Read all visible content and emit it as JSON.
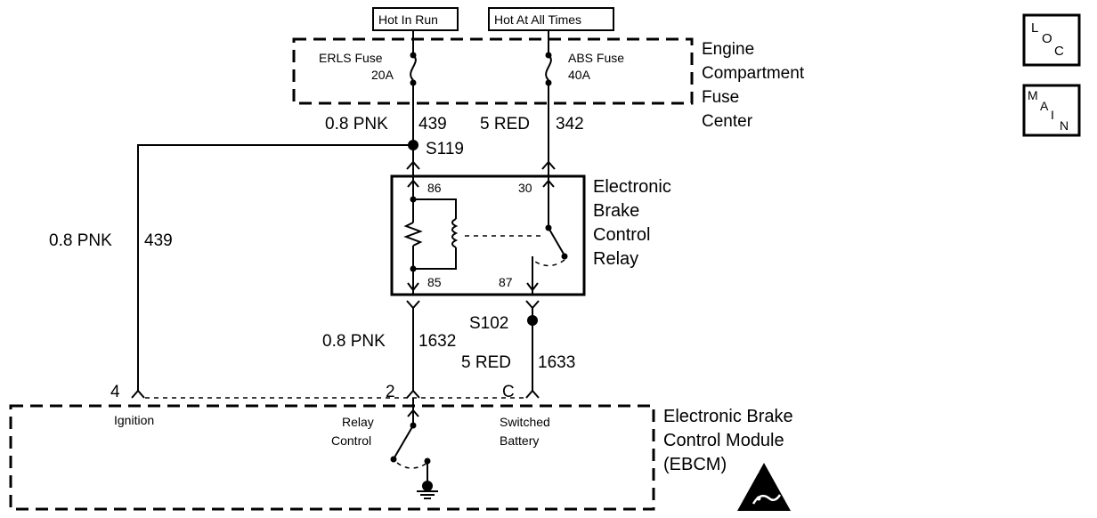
{
  "power_labels": {
    "hot_in_run": "Hot In Run",
    "hot_at_all_times": "Hot At All Times"
  },
  "fuse_center": {
    "label_line1": "Engine",
    "label_line2": "Compartment",
    "label_line3": "Fuse",
    "label_line4": "Center",
    "erls_fuse_name": "ERLS Fuse",
    "erls_fuse_rating": "20A",
    "abs_fuse_name": "ABS Fuse",
    "abs_fuse_rating": "40A"
  },
  "wires": {
    "w439_top_color": "0.8 PNK",
    "w439_top_circuit": "439",
    "w342_color": "5 RED",
    "w342_circuit": "342",
    "w439_left_color": "0.8 PNK",
    "w439_left_circuit": "439",
    "w1632_color": "0.8 PNK",
    "w1632_circuit": "1632",
    "w1633_color": "5 RED",
    "w1633_circuit": "1633"
  },
  "splices": {
    "s119": "S119",
    "s102": "S102"
  },
  "relay": {
    "label_line1": "Electronic",
    "label_line2": "Brake",
    "label_line3": "Control",
    "label_line4": "Relay",
    "pin_86": "86",
    "pin_30": "30",
    "pin_85": "85",
    "pin_87": "87"
  },
  "module": {
    "label_line1": "Electronic Brake",
    "label_line2": "Control Module",
    "label_line3": "(EBCM)",
    "pin_4": "4",
    "pin_2": "2",
    "pin_c": "C",
    "ignition": "Ignition",
    "relay_control_1": "Relay",
    "relay_control_2": "Control",
    "switched_battery_1": "Switched",
    "switched_battery_2": "Battery"
  },
  "nav": {
    "loc_l": "L",
    "loc_o": "O",
    "loc_c": "C",
    "main_m": "M",
    "main_a": "A",
    "main_i": "I",
    "main_n": "N"
  },
  "icons": {
    "esd": "esd-warning-icon",
    "ground": "ground-icon",
    "fuse": "fuse-icon",
    "coil": "relay-coil-icon",
    "switch": "relay-switch-icon"
  }
}
